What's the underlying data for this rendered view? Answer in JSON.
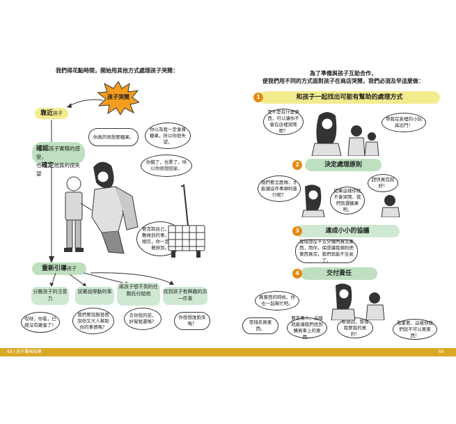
{
  "left": {
    "heading": "我們得花點時間，開始用其他方式處理孩子哭鬧：",
    "burst": "孩子哭鬧",
    "approach": {
      "bold": "靠近",
      "rest": "孩子"
    },
    "confirm": {
      "l1_bold": "確認",
      "l1_rest": "孩子實際的感受，",
      "l2_pre": "也",
      "l2_bold": "確定",
      "l2_rest": "他真的很失望"
    },
    "bubbles": {
      "b1": "你真的很想要糖果。",
      "b2": "你以為我一定會買糖果，所以你很失望。",
      "b3": "你餓了，也累了，所以你很想回家。",
      "b4": "要克制自己，是很難做到的事，但我相信，你一定能試著辦到。"
    },
    "redirect": {
      "bold": "重新引導",
      "rest": "孩子"
    },
    "options": [
      "分散孩子的注意力",
      "試著說得動的事",
      "將孩子想不到的任務託付給他",
      "找到孩子有興趣的另一件事"
    ],
    "speech": [
      "哎呀，你看，已經沒有雞蛋了！",
      "我們要說服爸爸說你又大人幫助你的事情嗎？",
      "去你就的前，好幫我選嗎？",
      "你想想誰跑來嗎？"
    ]
  },
  "right": {
    "heading_l1": "為了準備與孩子互助合作，",
    "heading_l2": "便我們用不同的方式面對孩子在商店哭鬧，我們必須及早這麼做：",
    "steps": [
      {
        "num": "1",
        "title": "和孩子一起找出可能有幫助的處理方式"
      },
      {
        "num": "2",
        "title": "決定處理原則"
      },
      {
        "num": "3",
        "title": "達成小小的協議"
      },
      {
        "num": "4",
        "title": "交付責任"
      }
    ],
    "bubbles": {
      "s1a": "是不是有什麼東西，可以讓你不會在店裡哭鬧呢？",
      "s1b": "帶我在家裡的小玩具出門！",
      "s2a": "我們要怎麼做，才能讓這件事順利進行呢？",
      "s2b": "如果這樣你就不會哭鬧，我們就選糖果吧。",
      "s2c": "趕快買完就好！",
      "s3a": "我保證在十五分鐘內買完東西，而你，保證讓我順利把東西買完，我們就能不生氣了。",
      "s4a": "買東西的時候，你也一起幫忙吧。",
      "s4b": "零錢來買東西。",
      "s4c": "要答應人，這樣就能讓我們找到購買車上的東西。",
      "s4d": "要頭說，管理我要我的買的！",
      "s4e": "看重要，這樣你我們就不可以買東西！"
    }
  },
  "footer": {
    "left_page": "68",
    "left_title": "孩子難搞指導",
    "right_page": "69"
  }
}
